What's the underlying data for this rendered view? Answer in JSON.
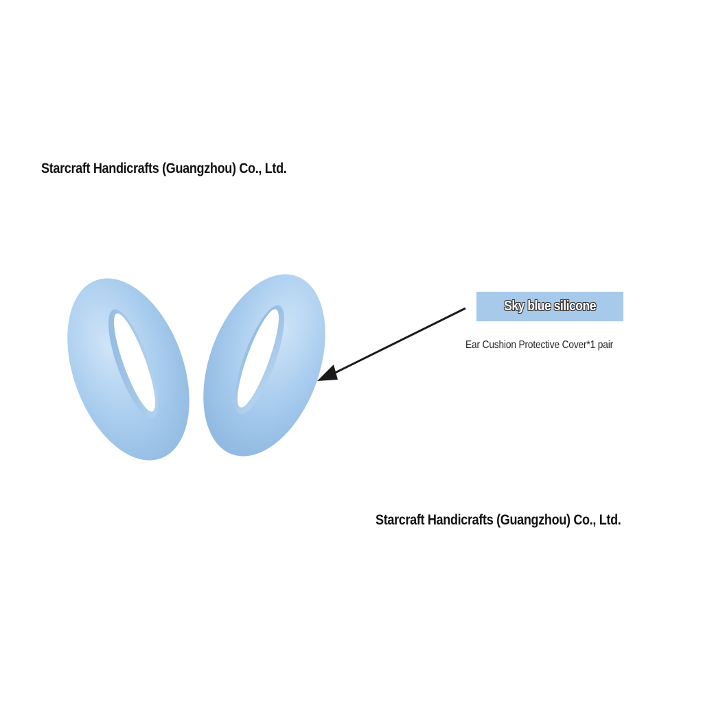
{
  "watermarks": {
    "top": "Starcraft Handicrafts (Guangzhou) Co., Ltd.",
    "bottom": "Starcraft Handicrafts (Guangzhou) Co., Ltd."
  },
  "product": {
    "color_label": "Sky blue silicone",
    "description": "Ear Cushion Protective Cover*1 pair",
    "colors": {
      "silicone": "#a9cdee",
      "label_bg": "#a7c9ea",
      "arrow": "#1a1a1a"
    }
  }
}
